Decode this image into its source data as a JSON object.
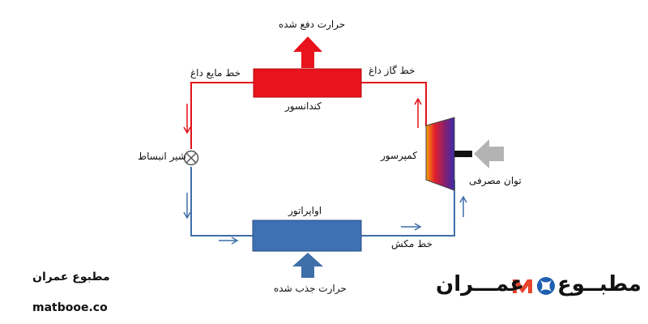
{
  "labels": {
    "heat_rejected": "حرارت دفع شده",
    "hot_liquid_line": "خط مایع داغ",
    "hot_gas_line": "خط گاز داغ",
    "condenser": "کندانسور",
    "expansion_valve": "شیر انبساط",
    "compressor": "کمپرسور",
    "power_input": "توان مصرفی",
    "evaporator": "اواپراتور",
    "suction_line": "خط مکش",
    "heat_absorbed": "حرارت جذب شده"
  },
  "brand": {
    "name": "مطبوع عمران",
    "url": "matbooe.co",
    "logo_right": "مطبــوع",
    "logo_left": "عمـــران"
  },
  "colors": {
    "hot_side": "#e2111b",
    "cold_side": "#3f6fa8",
    "condenser": "#e8131c",
    "evaporator": "#3e70b4",
    "arrow_hot": "#e8131c",
    "arrow_cold": "#3f6fa8",
    "power_arrow": "#b3b3b3",
    "logo_accent": "#e8452c",
    "logo_blue": "#1f5fb0"
  }
}
